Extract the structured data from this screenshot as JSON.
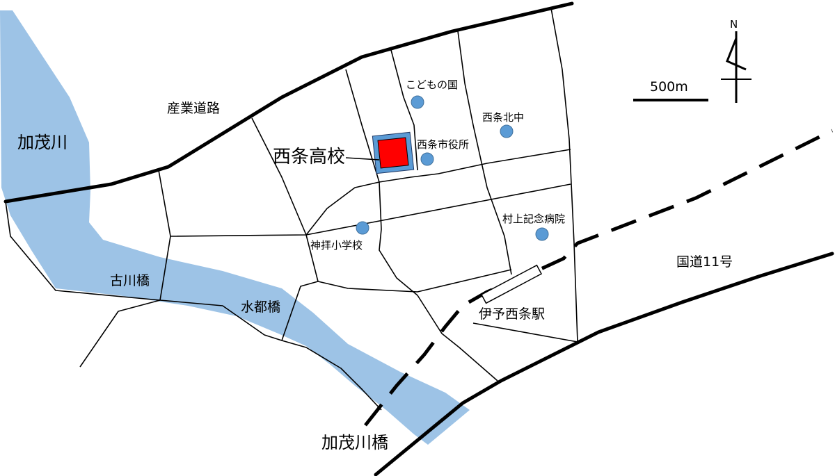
{
  "map": {
    "river_name": "加茂川",
    "roads": {
      "industrial_road": "産業道路",
      "national_route": "国道11号"
    },
    "bridges": {
      "furukawa": "古川橋",
      "suito": "水都橋",
      "kamogawa": "加茂川橋"
    },
    "school": "西条高校",
    "station": "伊予西条駅",
    "places": {
      "kodomo_no_kuni": "こどもの国",
      "saijo_kita_chu": "西条北中",
      "city_hall": "西条市役所",
      "kannai_elementary": "神拝小学校",
      "murakami_hospital": "村上記念病院"
    },
    "scale_label": "500m",
    "north_label": "N",
    "colors": {
      "river": "#9dc3e6",
      "school_fill": "#ff0000",
      "school_border": "#5b9bd5",
      "poi": "#5b9bd5"
    }
  }
}
